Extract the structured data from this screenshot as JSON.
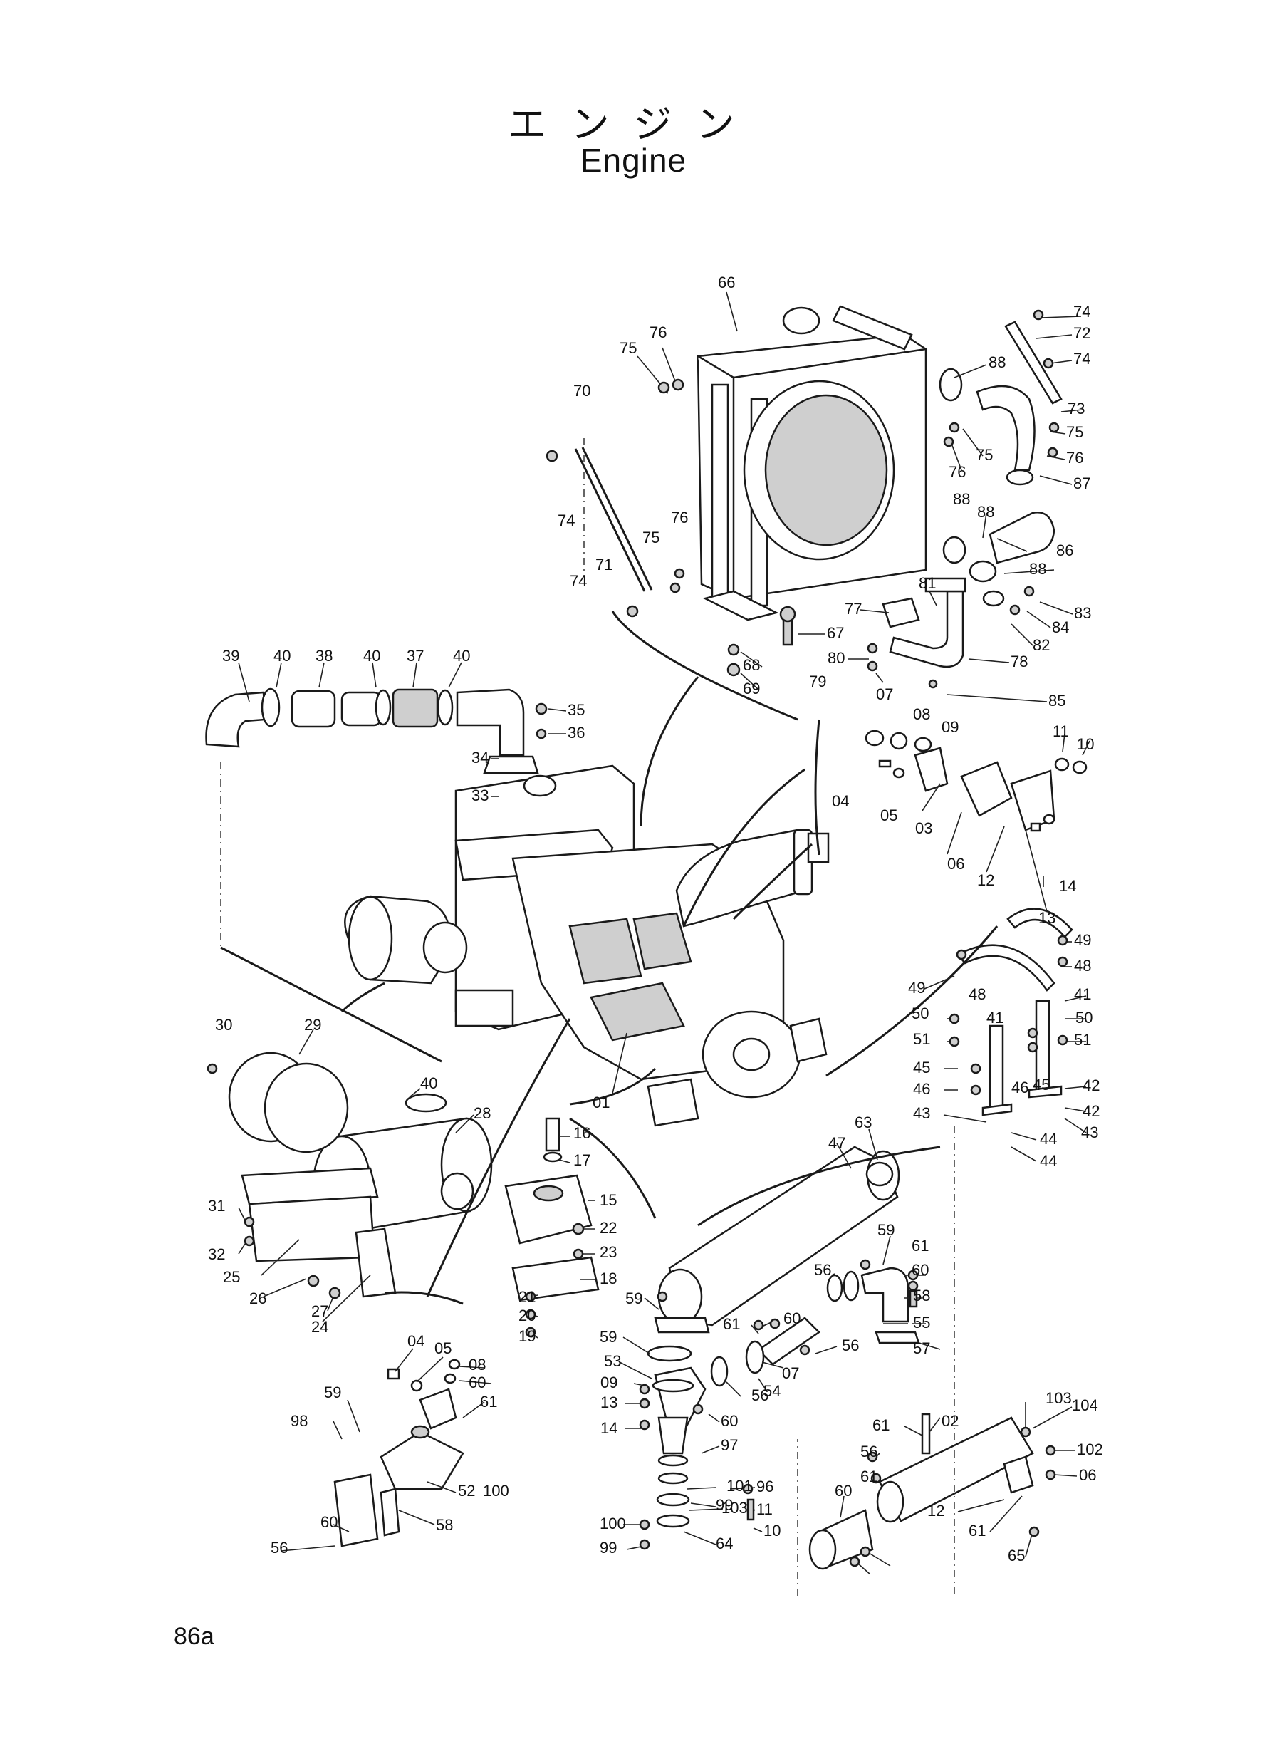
{
  "title": {
    "japanese": "エンジン",
    "english": "Engine"
  },
  "page_number": "86a",
  "callouts": [
    {
      "id": "c66",
      "text": "66"
    },
    {
      "id": "c76a",
      "text": "76"
    },
    {
      "id": "c75a",
      "text": "75"
    },
    {
      "id": "c70",
      "text": "70"
    },
    {
      "id": "c74a",
      "text": "74"
    },
    {
      "id": "c72",
      "text": "72"
    },
    {
      "id": "c74b",
      "text": "74"
    },
    {
      "id": "c88a",
      "text": "88"
    },
    {
      "id": "c73",
      "text": "73"
    },
    {
      "id": "c75b",
      "text": "75"
    },
    {
      "id": "c75c",
      "text": "75"
    },
    {
      "id": "c76b",
      "text": "76"
    },
    {
      "id": "c76c",
      "text": "76"
    },
    {
      "id": "c87",
      "text": "87"
    },
    {
      "id": "c88b",
      "text": "88"
    },
    {
      "id": "c74c",
      "text": "74"
    },
    {
      "id": "c76d",
      "text": "76"
    },
    {
      "id": "c75d",
      "text": "75"
    },
    {
      "id": "c88c",
      "text": "88"
    },
    {
      "id": "c86",
      "text": "86"
    },
    {
      "id": "c88d",
      "text": "88"
    },
    {
      "id": "c71",
      "text": "71"
    },
    {
      "id": "c74d",
      "text": "74"
    },
    {
      "id": "c81",
      "text": "81"
    },
    {
      "id": "c77",
      "text": "77"
    },
    {
      "id": "c83",
      "text": "83"
    },
    {
      "id": "c84",
      "text": "84"
    },
    {
      "id": "c82",
      "text": "82"
    },
    {
      "id": "c67",
      "text": "67"
    },
    {
      "id": "c80",
      "text": "80"
    },
    {
      "id": "c78",
      "text": "78"
    },
    {
      "id": "c68",
      "text": "68"
    },
    {
      "id": "c79",
      "text": "79"
    },
    {
      "id": "c69",
      "text": "69"
    },
    {
      "id": "c85",
      "text": "85"
    },
    {
      "id": "c39",
      "text": "39"
    },
    {
      "id": "c40a",
      "text": "40"
    },
    {
      "id": "c38",
      "text": "38"
    },
    {
      "id": "c40b",
      "text": "40"
    },
    {
      "id": "c37",
      "text": "37"
    },
    {
      "id": "c40c",
      "text": "40"
    },
    {
      "id": "c35",
      "text": "35"
    },
    {
      "id": "c36",
      "text": "36"
    },
    {
      "id": "c34",
      "text": "34"
    },
    {
      "id": "c33",
      "text": "33"
    },
    {
      "id": "c07a",
      "text": "07"
    },
    {
      "id": "c08a",
      "text": "08"
    },
    {
      "id": "c09a",
      "text": "09"
    },
    {
      "id": "c11a",
      "text": "11"
    },
    {
      "id": "c10a",
      "text": "10"
    },
    {
      "id": "c04a",
      "text": "04"
    },
    {
      "id": "c05a",
      "text": "05"
    },
    {
      "id": "c03",
      "text": "03"
    },
    {
      "id": "c06a",
      "text": "06"
    },
    {
      "id": "c12a",
      "text": "12"
    },
    {
      "id": "c14a",
      "text": "14"
    },
    {
      "id": "c13a",
      "text": "13"
    },
    {
      "id": "c49a",
      "text": "49"
    },
    {
      "id": "c48a",
      "text": "48"
    },
    {
      "id": "c49b",
      "text": "49"
    },
    {
      "id": "c48b",
      "text": "48"
    },
    {
      "id": "c41a",
      "text": "41"
    },
    {
      "id": "c50a",
      "text": "50"
    },
    {
      "id": "c41b",
      "text": "41"
    },
    {
      "id": "c50b",
      "text": "50"
    },
    {
      "id": "c51a",
      "text": "51"
    },
    {
      "id": "c51b",
      "text": "51"
    },
    {
      "id": "c45a",
      "text": "45"
    },
    {
      "id": "c45b",
      "text": "45"
    },
    {
      "id": "c46a",
      "text": "46"
    },
    {
      "id": "c46b",
      "text": "46"
    },
    {
      "id": "c42a",
      "text": "42"
    },
    {
      "id": "c43a",
      "text": "43"
    },
    {
      "id": "c42b",
      "text": "42"
    },
    {
      "id": "c44a",
      "text": "44"
    },
    {
      "id": "c43b",
      "text": "43"
    },
    {
      "id": "c44b",
      "text": "44"
    },
    {
      "id": "c30",
      "text": "30"
    },
    {
      "id": "c29",
      "text": "29"
    },
    {
      "id": "c40d",
      "text": "40"
    },
    {
      "id": "c28",
      "text": "28"
    },
    {
      "id": "c01",
      "text": "01"
    },
    {
      "id": "c16",
      "text": "16"
    },
    {
      "id": "c17",
      "text": "17"
    },
    {
      "id": "c47",
      "text": "47"
    },
    {
      "id": "c63",
      "text": "63"
    },
    {
      "id": "c15",
      "text": "15"
    },
    {
      "id": "c31",
      "text": "31"
    },
    {
      "id": "c22",
      "text": "22"
    },
    {
      "id": "c32",
      "text": "32"
    },
    {
      "id": "c23",
      "text": "23"
    },
    {
      "id": "c25",
      "text": "25"
    },
    {
      "id": "c18",
      "text": "18"
    },
    {
      "id": "c59a",
      "text": "59"
    },
    {
      "id": "c61a",
      "text": "61"
    },
    {
      "id": "c60a",
      "text": "60"
    },
    {
      "id": "c56a",
      "text": "56"
    },
    {
      "id": "c58a",
      "text": "58"
    },
    {
      "id": "c26",
      "text": "26"
    },
    {
      "id": "c27",
      "text": "27"
    },
    {
      "id": "c21",
      "text": "21"
    },
    {
      "id": "c20",
      "text": "20"
    },
    {
      "id": "c19",
      "text": "19"
    },
    {
      "id": "c24",
      "text": "24"
    },
    {
      "id": "c59b",
      "text": "59"
    },
    {
      "id": "c60b",
      "text": "60"
    },
    {
      "id": "c61b",
      "text": "61"
    },
    {
      "id": "c55",
      "text": "55"
    },
    {
      "id": "c57",
      "text": "57"
    },
    {
      "id": "c59c",
      "text": "59"
    },
    {
      "id": "c56b",
      "text": "56"
    },
    {
      "id": "c53",
      "text": "53"
    },
    {
      "id": "c04b",
      "text": "04"
    },
    {
      "id": "c05b",
      "text": "05"
    },
    {
      "id": "c07b",
      "text": "07"
    },
    {
      "id": "c08b",
      "text": "08"
    },
    {
      "id": "c54",
      "text": "54"
    },
    {
      "id": "c60c",
      "text": "60"
    },
    {
      "id": "c56c",
      "text": "56"
    },
    {
      "id": "c09b",
      "text": "09"
    },
    {
      "id": "c61c",
      "text": "61"
    },
    {
      "id": "c13b",
      "text": "13"
    },
    {
      "id": "c59d",
      "text": "59"
    },
    {
      "id": "c60d",
      "text": "60"
    },
    {
      "id": "c14b",
      "text": "14"
    },
    {
      "id": "c97",
      "text": "97"
    },
    {
      "id": "c98",
      "text": "98"
    },
    {
      "id": "c104",
      "text": "104"
    },
    {
      "id": "c103a",
      "text": "103"
    },
    {
      "id": "c61d",
      "text": "61"
    },
    {
      "id": "c02",
      "text": "02"
    },
    {
      "id": "c101",
      "text": "101"
    },
    {
      "id": "c100a",
      "text": "100"
    },
    {
      "id": "c56d",
      "text": "56"
    },
    {
      "id": "c102",
      "text": "102"
    },
    {
      "id": "c99a",
      "text": "99"
    },
    {
      "id": "c61e",
      "text": "61"
    },
    {
      "id": "c06b",
      "text": "06"
    },
    {
      "id": "c96",
      "text": "96"
    },
    {
      "id": "c52",
      "text": "52"
    },
    {
      "id": "c60e",
      "text": "60"
    },
    {
      "id": "c103b",
      "text": "103"
    },
    {
      "id": "c11b",
      "text": "11"
    },
    {
      "id": "c12b",
      "text": "12"
    },
    {
      "id": "c60f",
      "text": "60"
    },
    {
      "id": "c58b",
      "text": "58"
    },
    {
      "id": "c100b",
      "text": "100"
    },
    {
      "id": "c10b",
      "text": "10"
    },
    {
      "id": "c61f",
      "text": "61"
    },
    {
      "id": "c56e",
      "text": "56"
    },
    {
      "id": "c99b",
      "text": "99"
    },
    {
      "id": "c64",
      "text": "64"
    },
    {
      "id": "c65",
      "text": "65"
    }
  ]
}
